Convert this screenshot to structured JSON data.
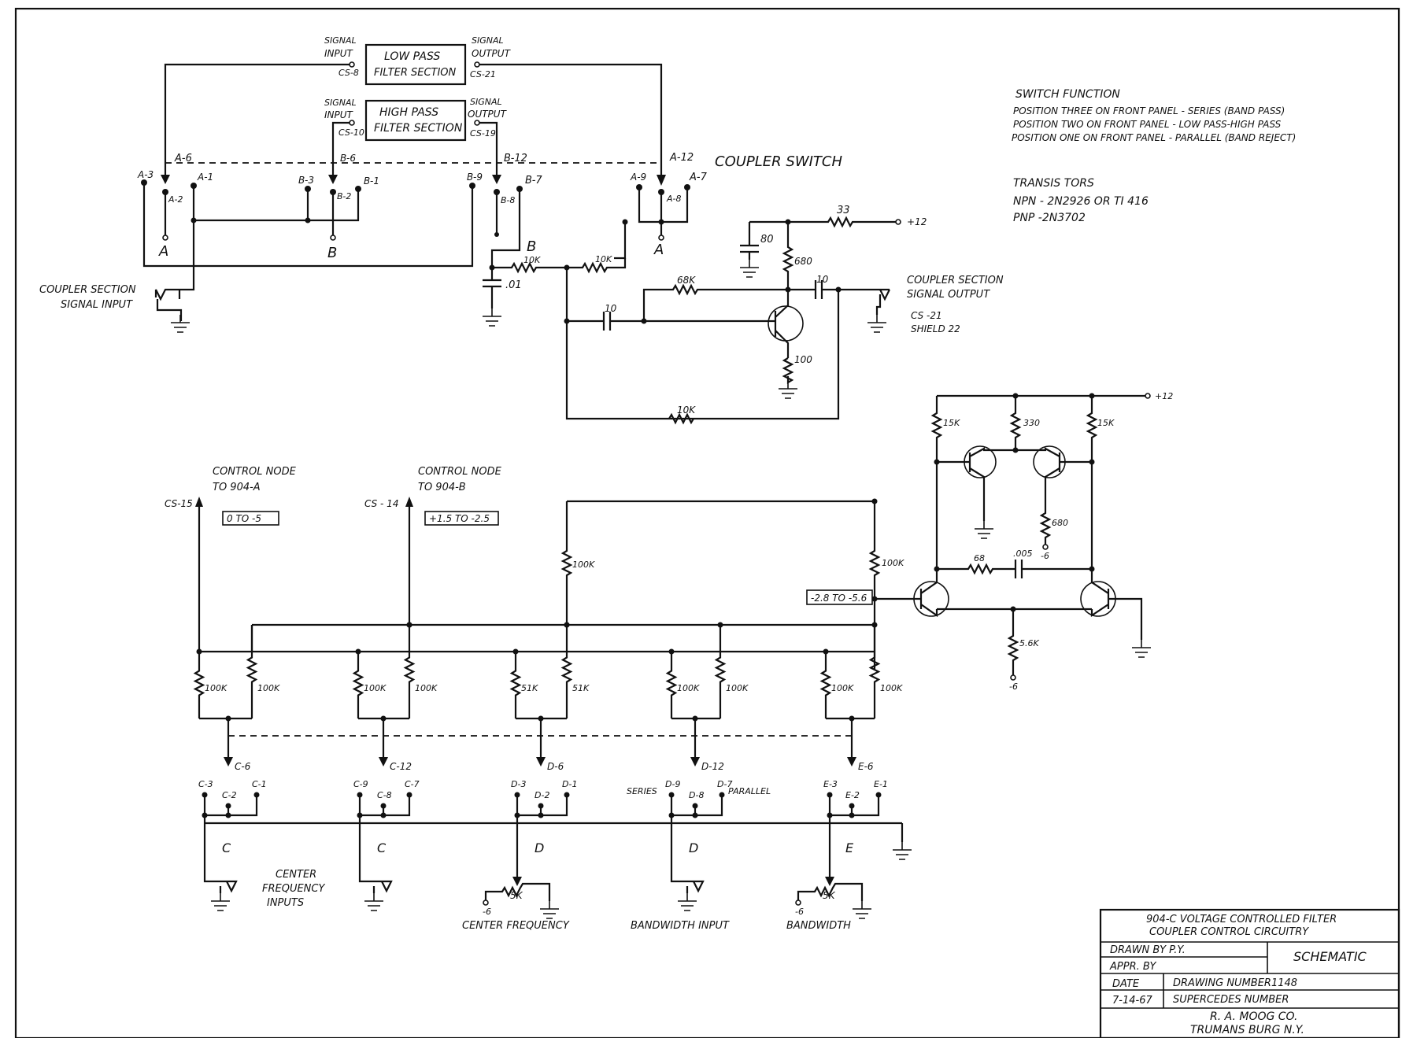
{
  "low_pass": {
    "title_1": "LOW PASS",
    "title_2": "FILTER SECTION",
    "sig_in_1": "SIGNAL",
    "sig_in_2": "INPUT",
    "sig_out_1": "SIGNAL",
    "sig_out_2": "OUTPUT",
    "cs_in": "CS-8",
    "cs_out": "CS-21"
  },
  "high_pass": {
    "title_1": "HIGH PASS",
    "title_2": "FILTER SECTION",
    "sig_in_1": "SIGNAL",
    "sig_in_2": "INPUT",
    "sig_out_1": "SIGNAL",
    "sig_out_2": "OUTPUT",
    "cs_in": "CS-10",
    "cs_out": "CS-19"
  },
  "coupler_switch": {
    "title": "COUPLER SWITCH",
    "pins": {
      "a6": "A-6",
      "a3": "A-3",
      "a2": "A-2",
      "a1": "A-1",
      "b6": "B-6",
      "b3": "B-3",
      "b2": "B-2",
      "b1": "B-1",
      "b9": "B-9",
      "b12": "B-12",
      "b8": "B-8",
      "b7": "B-7",
      "a9": "A-9",
      "a12": "A-12",
      "a8": "A-8",
      "a7": "A-7"
    },
    "wafers": {
      "a_left": "A",
      "b_mid": "B",
      "b_right": "B",
      "a_right": "A"
    }
  },
  "coupler_input": {
    "line1": "COUPLER SECTION",
    "line2": "SIGNAL INPUT"
  },
  "coupler_output": {
    "line1": "COUPLER SECTION",
    "line2": "SIGNAL OUTPUT",
    "cs": "CS -21",
    "shield": "SHIELD 22"
  },
  "amp_parts": {
    "r10k_a": "10K",
    "r10k_b": "10K",
    "cap_01": ".01",
    "r68k": "68K",
    "r680": "680",
    "c80": "80",
    "r33": "33",
    "v12": "+12",
    "c10_in": "10",
    "c10_out": "10",
    "r100": "100",
    "r10k_fb": "10K"
  },
  "switch_function": {
    "title": "SWITCH FUNCTION",
    "line1": "POSITION THREE ON FRONT PANEL - SERIES  (BAND PASS)",
    "line2": "POSITION  TWO ON FRONT PANEL  - LOW PASS-HIGH PASS",
    "line3": "POSITION  ONE   ON FRONT PANEL - PARALLEL (BAND REJECT)"
  },
  "transistors": {
    "title": "TRANSIS TORS",
    "npn": "NPN - 2N2926  OR  TI 416",
    "pnp": "PNP  -2N3702"
  },
  "control_nodes": {
    "a_title_1": "CONTROL NODE",
    "a_title_2": "TO  904-A",
    "a_cs": "CS-15",
    "a_range": "0  TO  -5",
    "b_title_1": "CONTROL NODE",
    "b_title_2": "TO  904-B",
    "b_cs": "CS - 14",
    "b_range": "+1.5  TO  -2.5"
  },
  "diff_amp": {
    "v12": "+12",
    "r15k_l": "15K",
    "r330": "330",
    "r15k_r": "15K",
    "r680": "680",
    "v_neg6_a": "-6",
    "r68": "68",
    "c005": ".005",
    "r100k_l": "100K",
    "r100k_r": "100K",
    "range": "-2.8  TO -5.6",
    "r56k": "5.6K",
    "v_neg6_b": "-6"
  },
  "resistor_bank": [
    "100K",
    "100K",
    "100K",
    "100K",
    "51K",
    "51K",
    "100K",
    "100K",
    "100K",
    "100K"
  ],
  "lower_switch": {
    "commons": [
      "C-6",
      "C-12",
      "D-6",
      "D-12",
      "E-6"
    ],
    "c_left": [
      "C-3",
      "C-2",
      "C-1"
    ],
    "c_mid": [
      "C-9",
      "C-8",
      "C-7"
    ],
    "d_left": [
      "D-3",
      "D-2",
      "D-1"
    ],
    "d_right": [
      "D-9",
      "D-8",
      "D-7"
    ],
    "e": [
      "E-3",
      "E-2",
      "E-1"
    ],
    "wafers": [
      "C",
      "C",
      "D",
      "D",
      "E"
    ],
    "series": "SERIES",
    "parallel": "PARALLEL"
  },
  "inputs": {
    "cf_1": "CENTER",
    "cf_2": "FREQUENCY",
    "cf_3": "INPUTS",
    "pot_1": "5K",
    "pot_2": "5K",
    "neg6_1": "-6",
    "neg6_2": "-6",
    "center_frequency": "CENTER  FREQUENCY",
    "bandwidth_input": "BANDWIDTH  INPUT",
    "bandwidth": "BANDWIDTH"
  },
  "title_block": {
    "line1": "904-C  VOLTAGE CONTROLLED  FILTER",
    "line2": "COUPLER  CONTROL  CIRCUITRY",
    "drawn_by": "DRAWN BY  P.Y.",
    "schematic": "SCHEMATIC",
    "appr_by": "APPR.  BY",
    "date_label": "DATE",
    "date": "7-14-67",
    "drawing_number": "DRAWING  NUMBER1148",
    "supercedes": "SUPERCEDES  NUMBER",
    "company": "R. A. MOOG  CO.",
    "city": "TRUMANS BURG  N.Y."
  }
}
